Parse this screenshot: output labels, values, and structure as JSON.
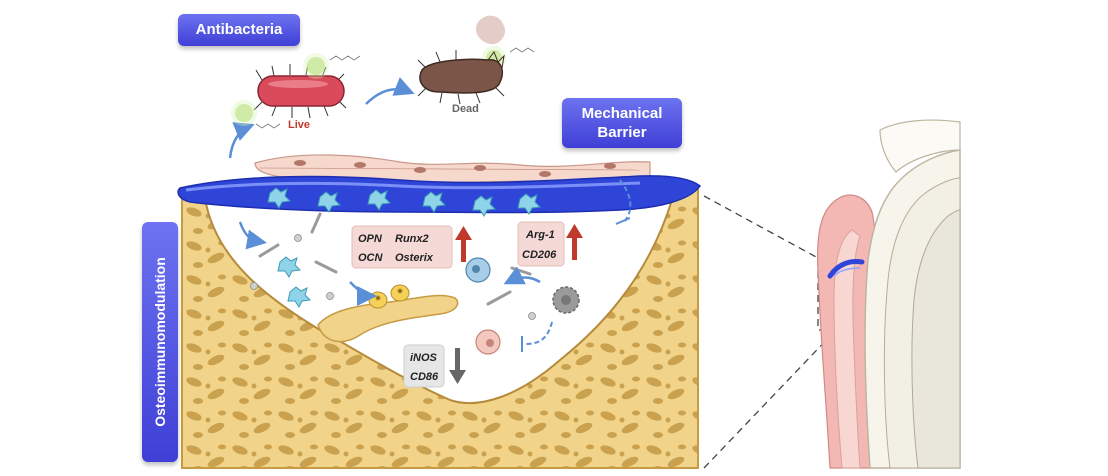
{
  "labels": {
    "antibacteria": "Antibacteria",
    "live": "Live",
    "dead": "Dead",
    "mechanical_barrier_line1": "Mechanical",
    "mechanical_barrier_line2": "Barrier",
    "osteoimmunomodulation": "Osteoimmunomodulation"
  },
  "upregulated_osteogenic": {
    "row1": [
      "OPN",
      "Runx2"
    ],
    "row2": [
      "OCN",
      "Osterix"
    ]
  },
  "upregulated_m2": [
    "Arg-1",
    "CD206"
  ],
  "downregulated_m1": [
    "iNOS",
    "CD86"
  ],
  "colors": {
    "label_pill": "#4a4ae0",
    "membrane": "#2f45d8",
    "bone": "#f1d48a",
    "bone_pores": "#c9a24e",
    "up_arrow": "#c0392b",
    "down_arrow": "#666666",
    "bacteria_live": "#d94a5a",
    "bacteria_dead": "#7a5548",
    "gum": "#f4b8b4"
  }
}
